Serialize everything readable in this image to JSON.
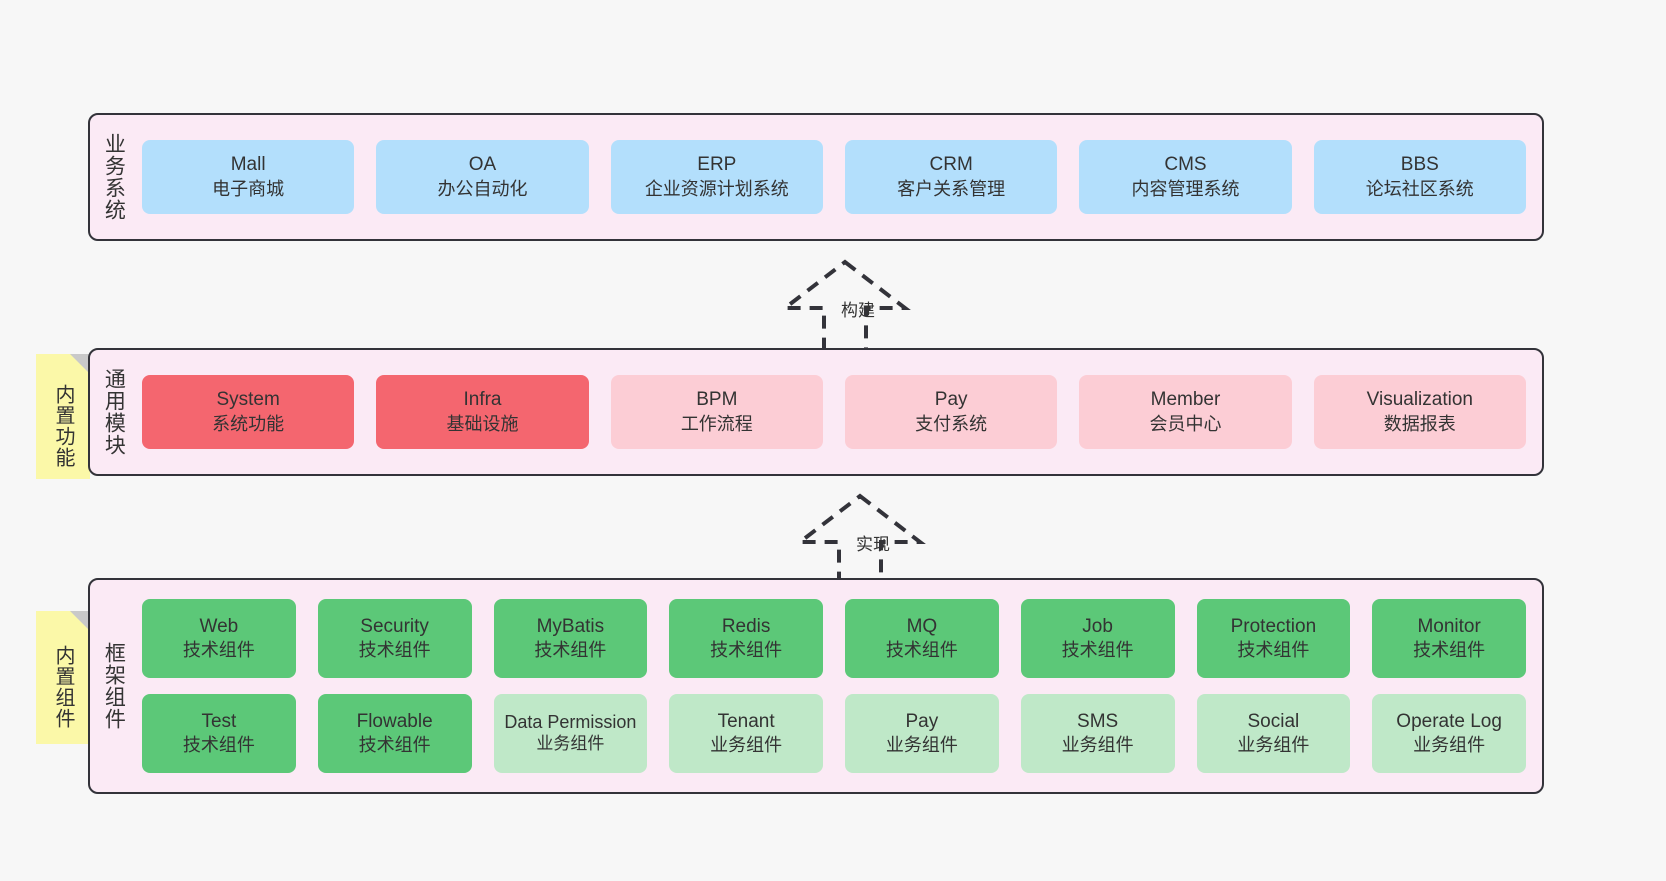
{
  "diagram": {
    "background_color": "#f7f7f7",
    "layer_fill": "#fbeaf5",
    "layer_border": "#33333a",
    "sticky_color": "#fbf8a8",
    "colors": {
      "blue": "#b3dffc",
      "red": "#f4666f",
      "pink": "#fccdd5",
      "green": "#5cc878",
      "light_green": "#bfe8c8"
    }
  },
  "layers": [
    {
      "id": "business-system",
      "title": "业务系统",
      "sticky": null,
      "rows": [
        {
          "nodes": [
            {
              "title": "Mall",
              "sub": "电子商城",
              "color": "blue"
            },
            {
              "title": "OA",
              "sub": "办公自动化",
              "color": "blue"
            },
            {
              "title": "ERP",
              "sub": "企业资源计划系统",
              "color": "blue"
            },
            {
              "title": "CRM",
              "sub": "客户关系管理",
              "color": "blue"
            },
            {
              "title": "CMS",
              "sub": "内容管理系统",
              "color": "blue"
            },
            {
              "title": "BBS",
              "sub": "论坛社区系统",
              "color": "blue"
            }
          ]
        }
      ]
    },
    {
      "id": "common-module",
      "title": "通用模块",
      "sticky": "内置功能",
      "rows": [
        {
          "nodes": [
            {
              "title": "System",
              "sub": "系统功能",
              "color": "red"
            },
            {
              "title": "Infra",
              "sub": "基础设施",
              "color": "red"
            },
            {
              "title": "BPM",
              "sub": "工作流程",
              "color": "pink"
            },
            {
              "title": "Pay",
              "sub": "支付系统",
              "color": "pink"
            },
            {
              "title": "Member",
              "sub": "会员中心",
              "color": "pink"
            },
            {
              "title": "Visualization",
              "sub": "数据报表",
              "color": "pink"
            }
          ]
        }
      ]
    },
    {
      "id": "framework-component",
      "title": "框架组件",
      "sticky": "内置组件",
      "rows": [
        {
          "nodes": [
            {
              "title": "Web",
              "sub": "技术组件",
              "color": "green"
            },
            {
              "title": "Security",
              "sub": "技术组件",
              "color": "green"
            },
            {
              "title": "MyBatis",
              "sub": "技术组件",
              "color": "green"
            },
            {
              "title": "Redis",
              "sub": "技术组件",
              "color": "green"
            },
            {
              "title": "MQ",
              "sub": "技术组件",
              "color": "green"
            },
            {
              "title": "Job",
              "sub": "技术组件",
              "color": "green"
            },
            {
              "title": "Protection",
              "sub": "技术组件",
              "color": "green"
            },
            {
              "title": "Monitor",
              "sub": "技术组件",
              "color": "green"
            }
          ]
        },
        {
          "nodes": [
            {
              "title": "Test",
              "sub": "技术组件",
              "color": "green"
            },
            {
              "title": "Flowable",
              "sub": "技术组件",
              "color": "green"
            },
            {
              "title": "Data Permission",
              "sub": "业务组件",
              "color": "light_green"
            },
            {
              "title": "Tenant",
              "sub": "业务组件",
              "color": "light_green"
            },
            {
              "title": "Pay",
              "sub": "业务组件",
              "color": "light_green"
            },
            {
              "title": "SMS",
              "sub": "业务组件",
              "color": "light_green"
            },
            {
              "title": "Social",
              "sub": "业务组件",
              "color": "light_green"
            },
            {
              "title": "Operate Log",
              "sub": "业务组件",
              "color": "light_green"
            }
          ]
        }
      ]
    }
  ],
  "arrows": [
    {
      "id": "arrow-build",
      "label": "构建"
    },
    {
      "id": "arrow-implement",
      "label": "实现"
    }
  ]
}
